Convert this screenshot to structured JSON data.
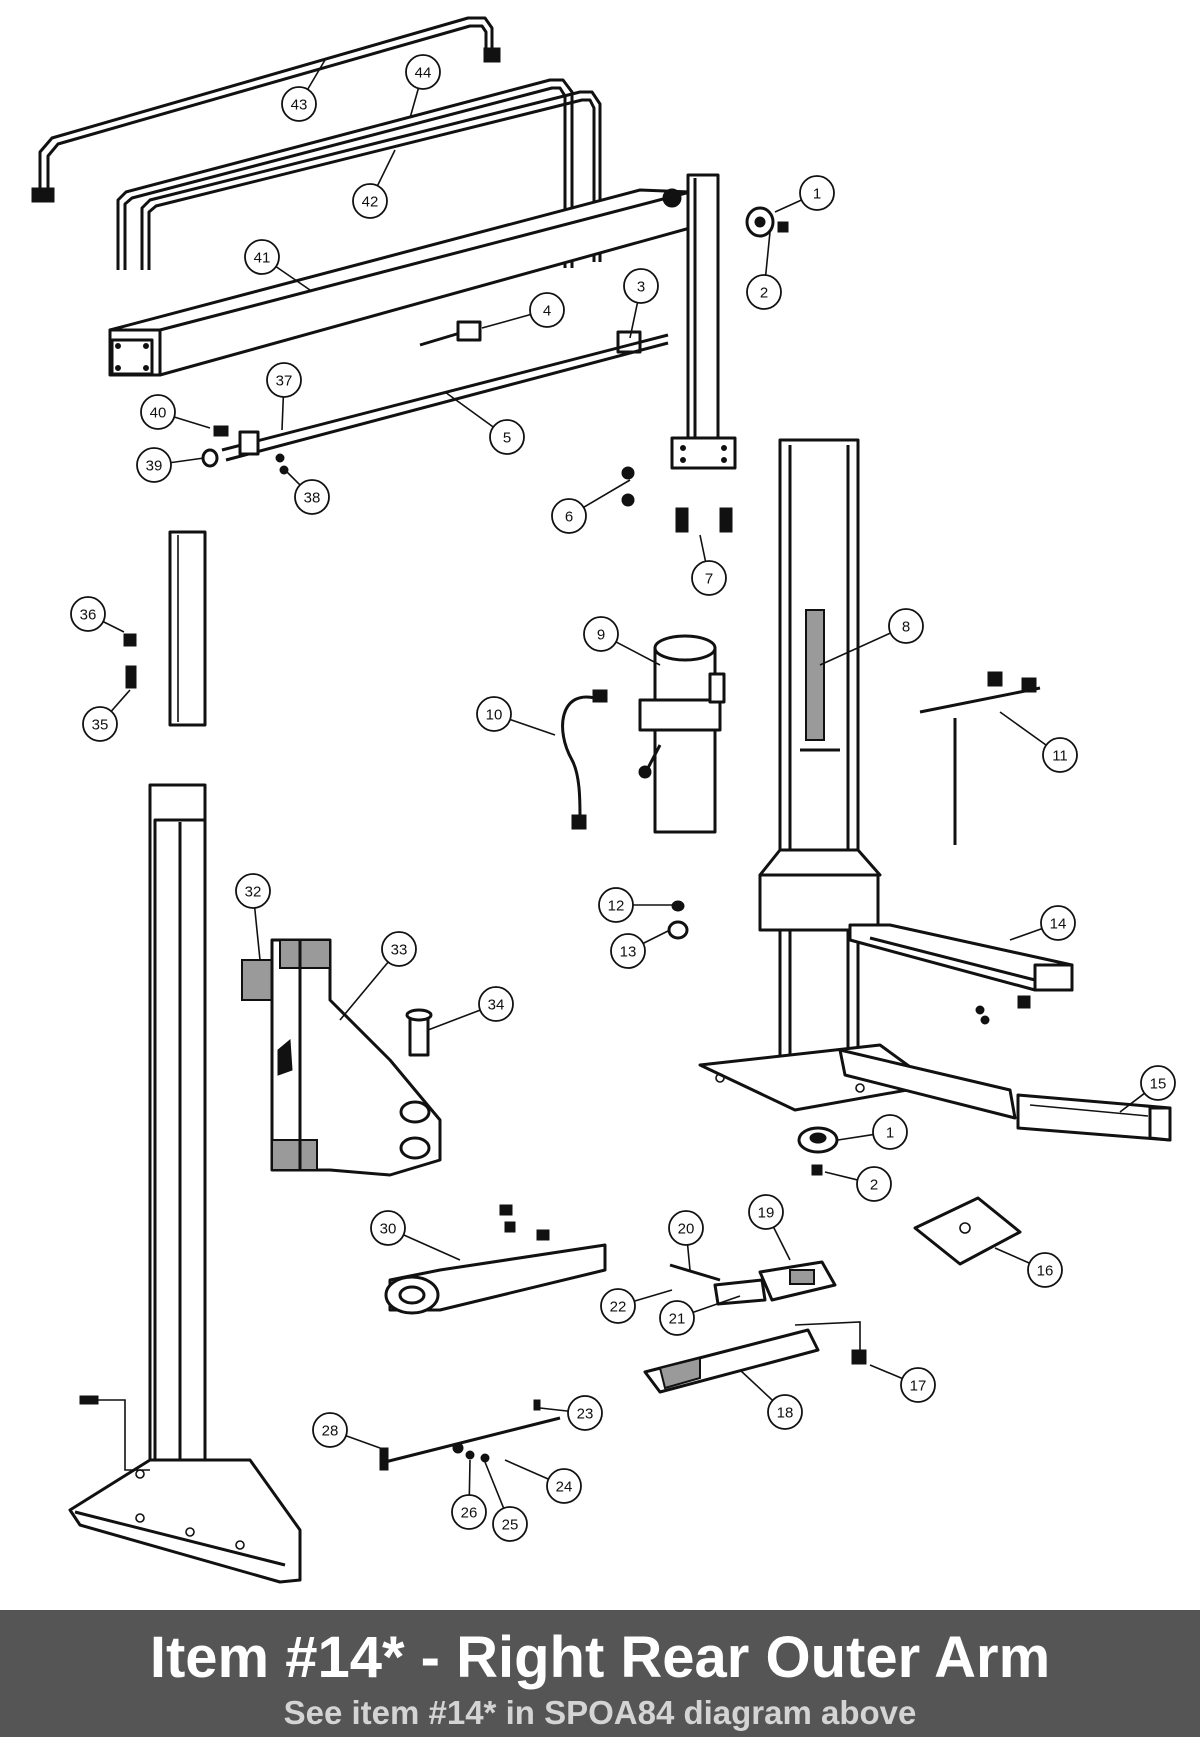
{
  "diagram": {
    "callouts": [
      "1",
      "2",
      "3",
      "4",
      "5",
      "6",
      "7",
      "8",
      "9",
      "10",
      "11",
      "12",
      "13",
      "14",
      "15",
      "1",
      "2",
      "16",
      "17",
      "18",
      "19",
      "20",
      "21",
      "22",
      "23",
      "24",
      "25",
      "26",
      "28",
      "30",
      "32",
      "33",
      "34",
      "35",
      "36",
      "37",
      "38",
      "39",
      "40",
      "41",
      "42",
      "43",
      "44"
    ]
  },
  "banner": {
    "title": "Item #14* - Right Rear Outer Arm",
    "subtitle": "See item #14* in SPOA84 diagram above",
    "background": "#555555",
    "title_color": "#ffffff",
    "subtitle_color": "#d4d4d4"
  }
}
